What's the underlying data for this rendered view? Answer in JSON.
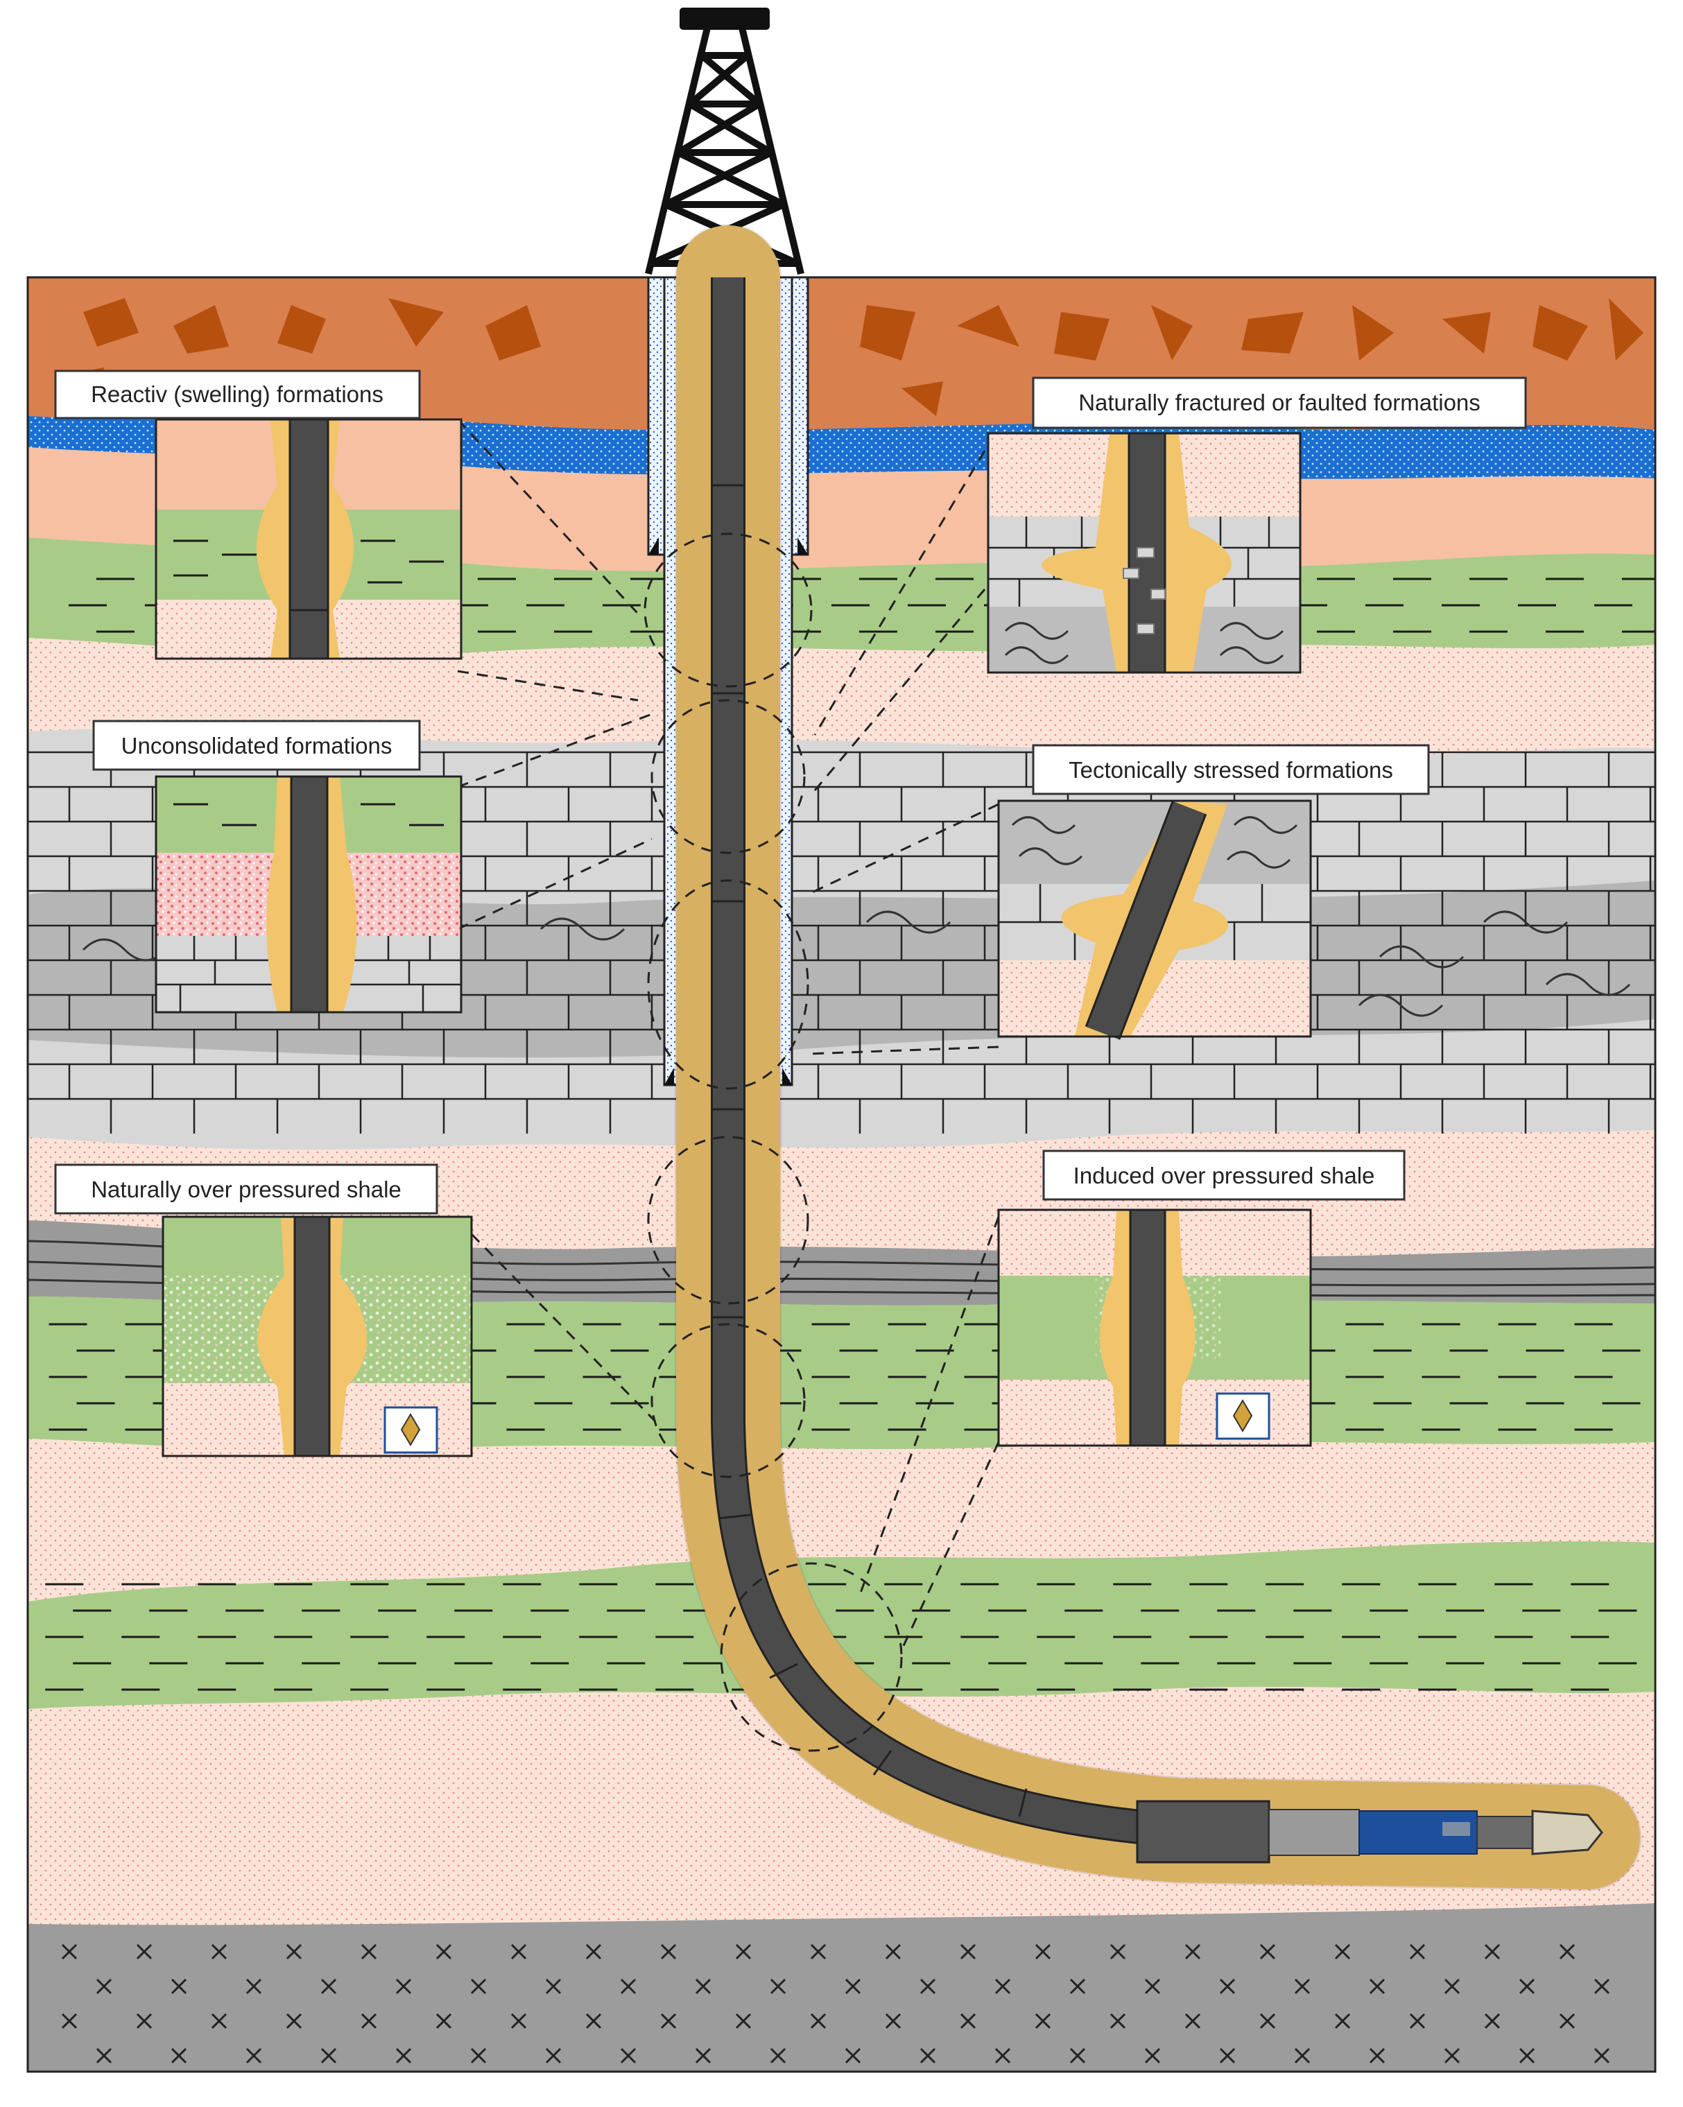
{
  "labels": {
    "reactive": "Reactiv (swelling) formations",
    "fractured": "Naturally fractured or faulted formations",
    "unconsolidated": "Unconsolidated formations",
    "tectonic": "Tectonically stressed formations",
    "natural_overpressure": "Naturally over pressured shale",
    "induced_overpressure": "Induced over pressured shale"
  },
  "colors": {
    "topsoil": "#d9804f",
    "topsoil_rock": "#b6500e",
    "aquifer": "#1a6fd1",
    "sand": "#fbe3d8",
    "sand_dot": "#e8868a",
    "green_shale": "#a8cc87",
    "limestone": "#d7d7d7",
    "dark_limestone": "#bdbdbd",
    "gray_shale": "#9a9a9a",
    "basement": "#9c9c9c",
    "mud": "#f2c46b",
    "drillpipe": "#4b4b4b",
    "casing_fill": "#e8f0fb",
    "bit_blue": "#1e4f9c"
  }
}
